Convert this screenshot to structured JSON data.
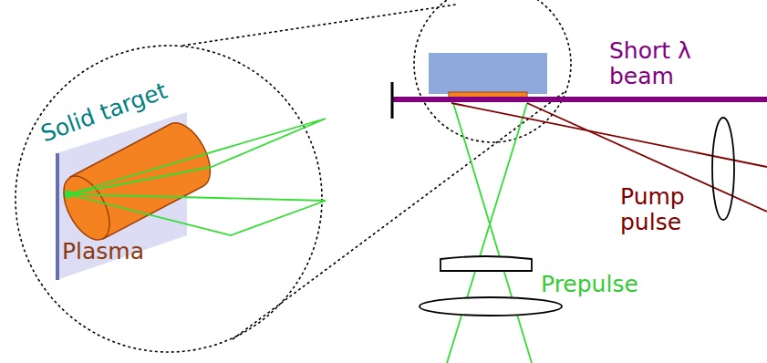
{
  "diagram": {
    "labels": [
      "Solid target",
      "Plasma",
      "Short λ beam",
      "Pump pulse",
      "Prepulse"
    ]
  }
}
